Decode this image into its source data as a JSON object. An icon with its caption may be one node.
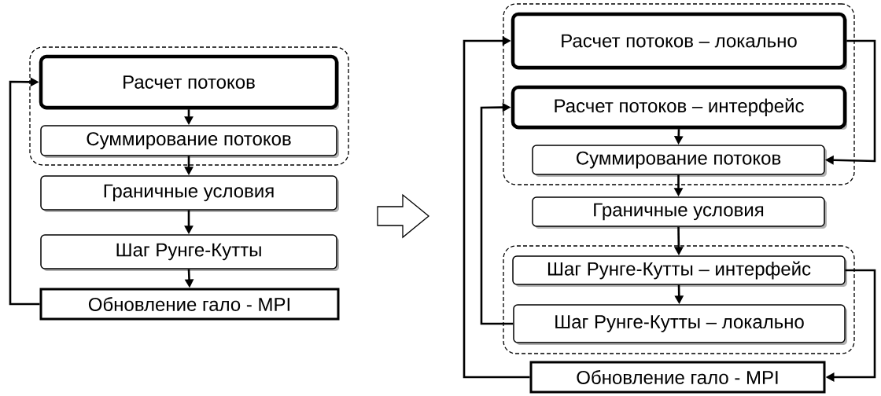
{
  "diagram": {
    "nodes": [
      {
        "text": [],
        "shape": "box"
      },
      {
        "text": [
          "Расчет потоков"
        ],
        "in": 0
      },
      {
        "text": [
          "Суммирование потоков"
        ],
        "in": 0
      },
      {
        "text": [
          "Граничные условия"
        ]
      },
      {
        "text": [
          "Шаг Рунге-Кутты"
        ]
      },
      {
        "text": [
          "Обновление гало - MPI"
        ]
      },
      {
        "text": [],
        "shape": "box"
      },
      {
        "text": [
          "Расчет потоков – локально"
        ],
        "in": 6
      },
      {
        "text": [
          "Расчет потоков – интерфейс"
        ],
        "in": 6
      },
      {
        "text": [
          "Суммирование потоков"
        ],
        "in": 6
      },
      {
        "text": [
          "Граничные условия"
        ]
      },
      {
        "text": [],
        "shape": "box"
      },
      {
        "text": [
          "Шаг Рунге-Кутты – интерфейс"
        ],
        "in": 11
      },
      {
        "text": [
          "Шаг Рунге-Кутты – локально"
        ],
        "in": 11
      },
      {
        "text": [
          "Обновление гало - MPI"
        ]
      }
    ],
    "edges": [
      {
        "from": 1,
        "to": 2,
        "arrow": "to"
      },
      {
        "from": 2,
        "to": 3,
        "arrow": "to"
      },
      {
        "from": 3,
        "to": 4,
        "arrow": "to"
      },
      {
        "from": 4,
        "to": 5,
        "arrow": "to"
      },
      {
        "from": 5,
        "to": 1,
        "arrow": "to"
      },
      {
        "from": 8,
        "to": 9,
        "arrow": "to"
      },
      {
        "from": 9,
        "to": 10,
        "arrow": "to"
      },
      {
        "from": 10,
        "to": 12,
        "arrow": "to"
      },
      {
        "from": 12,
        "to": 13,
        "arrow": "to"
      },
      {
        "from": 7,
        "to": 9,
        "arrow": "to"
      },
      {
        "from": 12,
        "to": 14,
        "arrow": "to"
      },
      {
        "from": 13,
        "to": 8,
        "arrow": "to"
      },
      {
        "from": 14,
        "to": 7,
        "arrow": "to"
      }
    ]
  }
}
